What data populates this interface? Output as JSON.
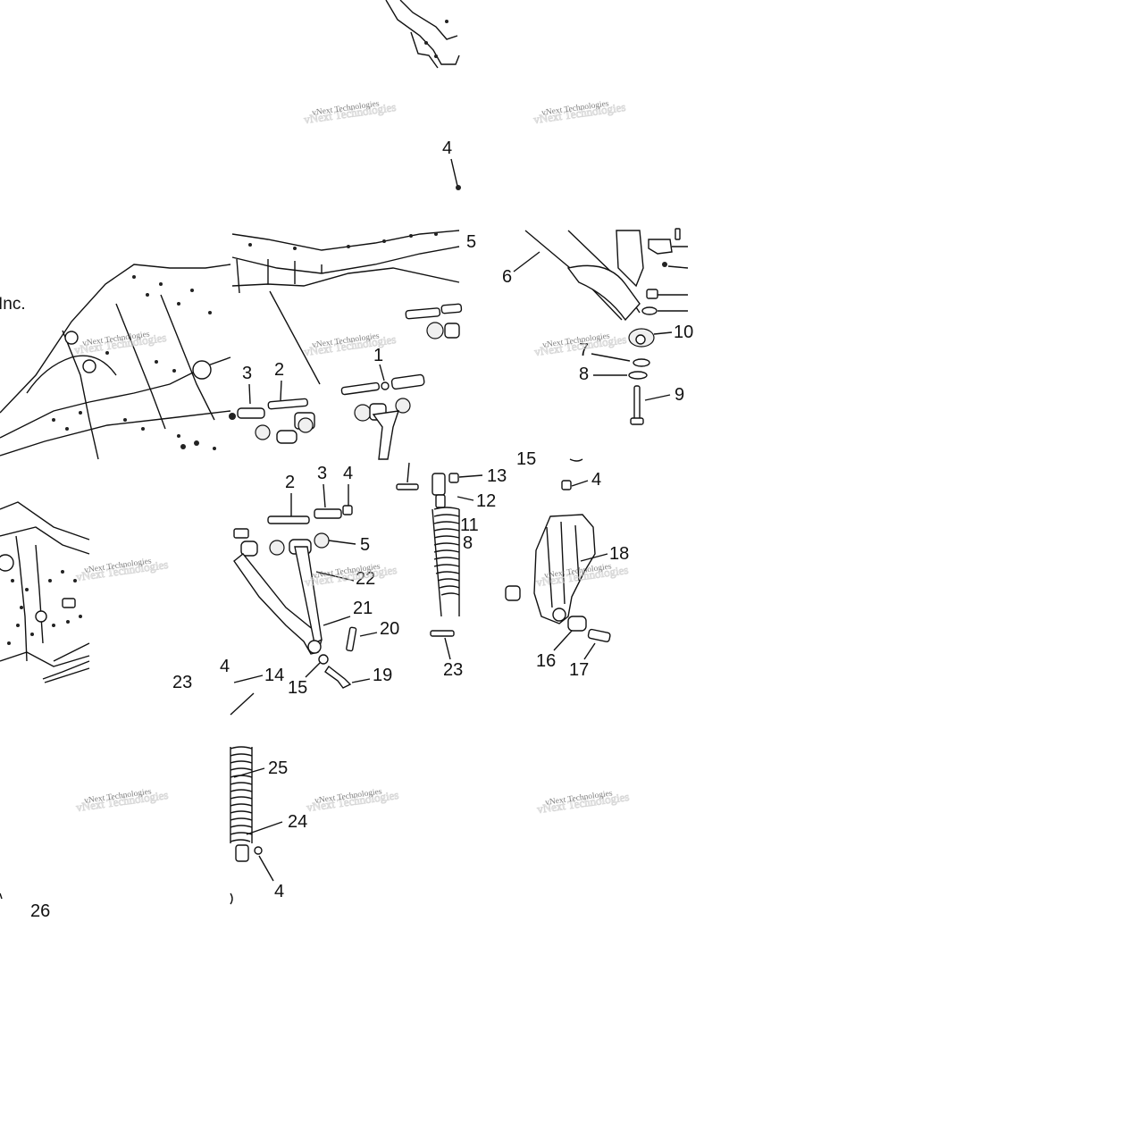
{
  "watermark": "vNext Technologies",
  "corp_fragment": "Inc.",
  "labels": {
    "n1": "1",
    "n2": "2",
    "n3": "3",
    "n4": "4",
    "n5": "5",
    "n6": "6",
    "n7": "7",
    "n8": "8",
    "n9": "9",
    "n10": "10",
    "n11": "11",
    "n12": "12",
    "n13": "13",
    "n14": "14",
    "n15": "15",
    "n16": "16",
    "n17": "17",
    "n18": "18",
    "n19": "19",
    "n20": "20",
    "n21": "21",
    "n22": "22",
    "n23": "23",
    "n24": "24",
    "n25": "25",
    "n26": "26"
  }
}
